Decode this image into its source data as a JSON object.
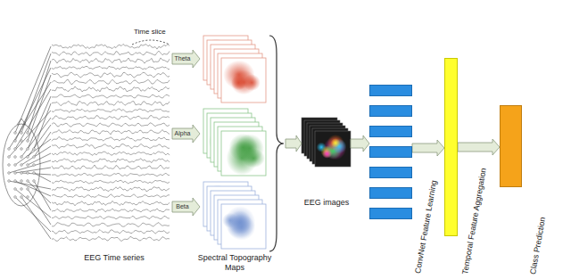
{
  "diagram": {
    "nodes": [
      {
        "text": [
          "EEG Time series"
        ]
      },
      {
        "text": [
          "Spectral Topography Maps"
        ]
      },
      {
        "text": [
          "EEG images"
        ]
      },
      {
        "text": [
          "ConvNet Feature Learning"
        ]
      },
      {
        "text": [
          "Temporal Feature Aggregation"
        ]
      },
      {
        "text": [
          "Class Prediction"
        ]
      }
    ],
    "edges": [
      {
        "from": 0,
        "to": 1,
        "label": "Theta",
        "arrow": "to"
      },
      {
        "from": 0,
        "to": 1,
        "label": "Alpha",
        "arrow": "to"
      },
      {
        "from": 0,
        "to": 1,
        "label": "Beta",
        "arrow": "to"
      },
      {
        "from": 1,
        "to": 2,
        "arrow": "to"
      },
      {
        "from": 2,
        "to": 3,
        "arrow": "to"
      },
      {
        "from": 3,
        "to": 4,
        "arrow": "to"
      },
      {
        "from": 4,
        "to": 5,
        "arrow": "to"
      }
    ],
    "labels": [
      "Time slice"
    ]
  }
}
